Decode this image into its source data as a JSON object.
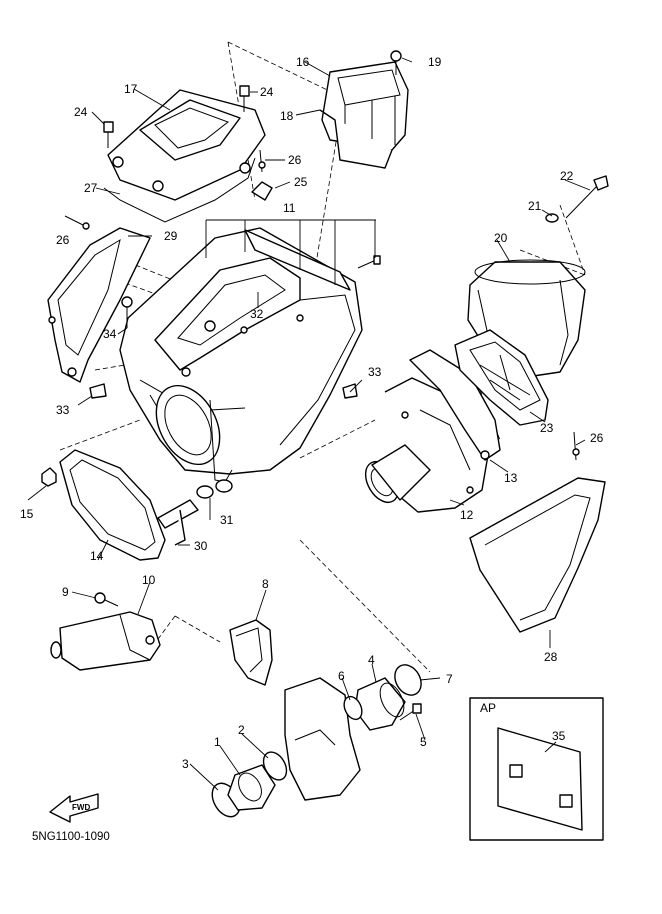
{
  "diagram_code": "5NG1100-1090",
  "fwd_label": "FWD",
  "ap_label": "AP",
  "callouts": {
    "c1": "1",
    "c2": "2",
    "c3": "3",
    "c4": "4",
    "c5": "5",
    "c6": "6",
    "c7": "7",
    "c8": "8",
    "c9": "9",
    "c10": "10",
    "c11": "11",
    "c12": "12",
    "c13": "13",
    "c14": "14",
    "c15": "15",
    "c16": "16",
    "c17": "17",
    "c18": "18",
    "c19": "19",
    "c20": "20",
    "c21": "21",
    "c22": "22",
    "c23": "23",
    "c24a": "24",
    "c24b": "24",
    "c25": "25",
    "c26a": "26",
    "c26b": "26",
    "c26c": "26",
    "c27": "27",
    "c28": "28",
    "c29": "29",
    "c30": "30",
    "c31": "31",
    "c32": "32",
    "c33a": "33",
    "c33b": "33",
    "c34": "34",
    "c35": "35"
  }
}
